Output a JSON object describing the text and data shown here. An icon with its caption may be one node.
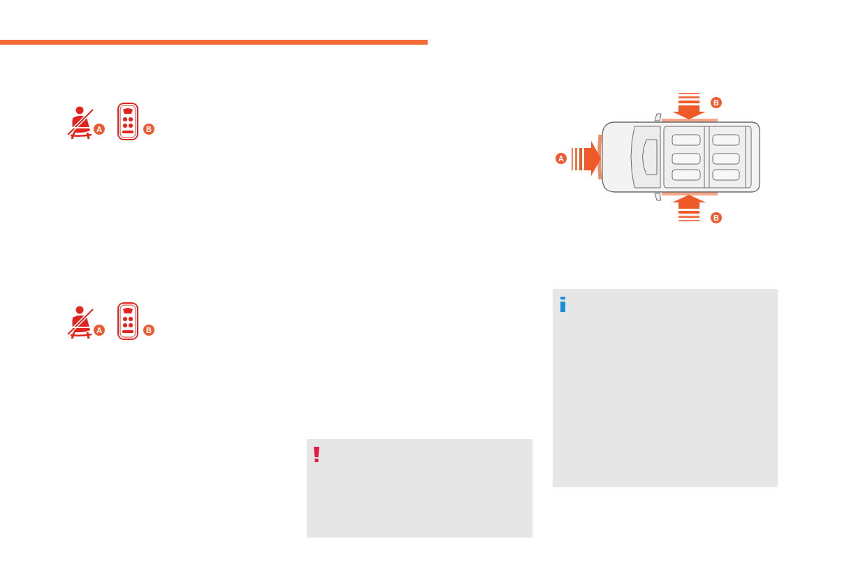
{
  "diagram": {
    "labels": [
      "A",
      "B",
      "A",
      "B",
      "B",
      "A",
      "B"
    ]
  }
}
